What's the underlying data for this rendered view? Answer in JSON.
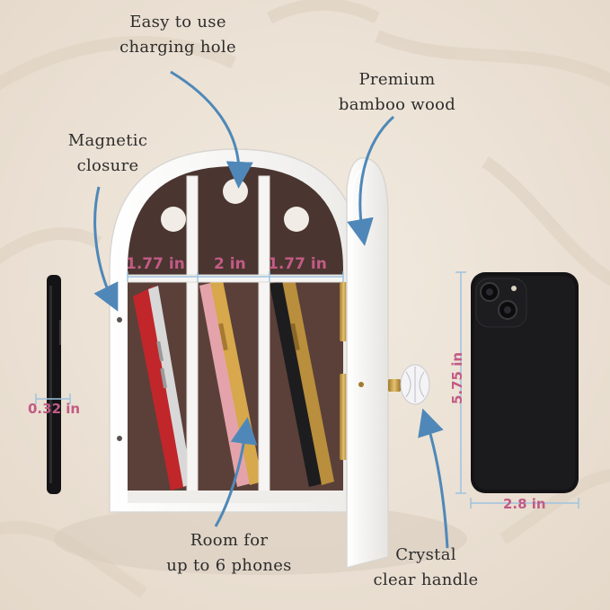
{
  "callouts": {
    "charging_hole": "Easy to use\ncharging hole",
    "bamboo": "Premium\nbamboo wood",
    "magnetic": "Magnetic\nclosure",
    "room": "Room for\nup to 6 phones",
    "handle": "Crystal\nclear handle"
  },
  "dimensions": {
    "left_slot": "1.77 in",
    "mid_slot": "2 in",
    "right_slot": "1.77 in",
    "phone_thickness": "0.32 in",
    "phone_height": "5.75 in",
    "phone_width": "2.8 in"
  },
  "colors": {
    "background": "#ece2d6",
    "cabinet": "#f6f5f3",
    "interior": "#4a3530",
    "arrow": "#4f88b8",
    "dimension": "#c25b85"
  },
  "phones_in_cabinet": [
    {
      "color": "red"
    },
    {
      "color": "pink"
    },
    {
      "color": "black"
    }
  ]
}
